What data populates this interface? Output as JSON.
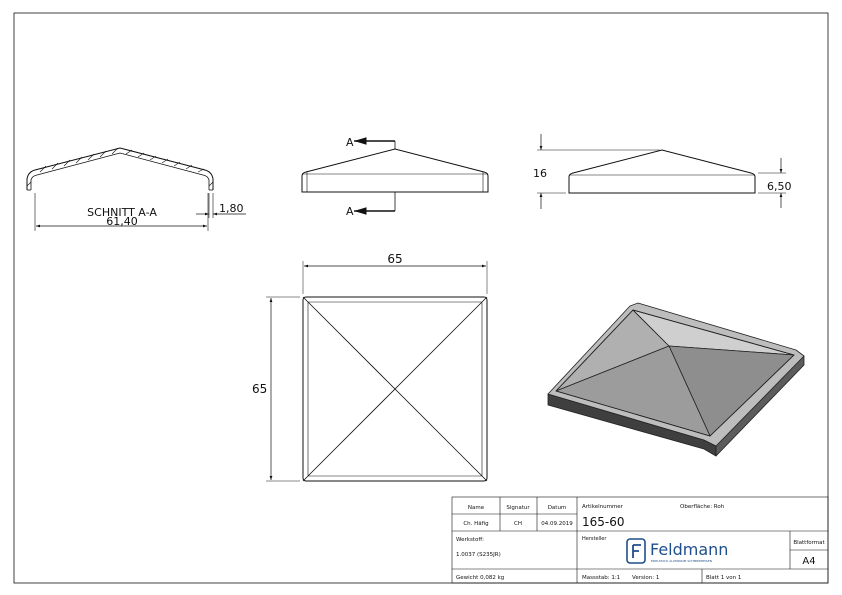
{
  "views": {
    "section": {
      "title": "SCHNITT A-A",
      "width_dim": "61,40",
      "thickness_dim": "1,80"
    },
    "front": {
      "section_marker_top": "A",
      "section_marker_bottom": "A"
    },
    "side": {
      "height_dim": "16",
      "rim_dim": "6,50"
    },
    "top": {
      "width_dim": "65",
      "height_dim": "65"
    }
  },
  "title_block": {
    "name_label": "Name",
    "signature_label": "Signatur",
    "date_label": "Datum",
    "name_value": "Ch. Häfig",
    "signature_value": "CH",
    "date_value": "04.09.2019",
    "article_label": "Artikelnummer",
    "article_value": "165-60",
    "surface_text": "Oberfläche: Roh",
    "material_label": "Werkstoff:",
    "material_value": "1.0037 (S235JR)",
    "manufacturer_label": "Hersteller",
    "logo_name": "Feldmann",
    "logo_tagline": "EDELSTAHL ALUMINIUM SCHMIEDEEISEN",
    "format_label": "Blattformat",
    "format_value": "A4",
    "weight_text": "Gewicht 0,082 kg",
    "scale_text": "Massstab: 1:1",
    "version_text": "Version: 1",
    "sheet_text": "Blatt 1 von 1"
  },
  "colors": {
    "line": "#111111",
    "model_top": "#a8a8a8",
    "model_side": "#4d4d4d",
    "logo_blue": "#1f4e8c"
  }
}
